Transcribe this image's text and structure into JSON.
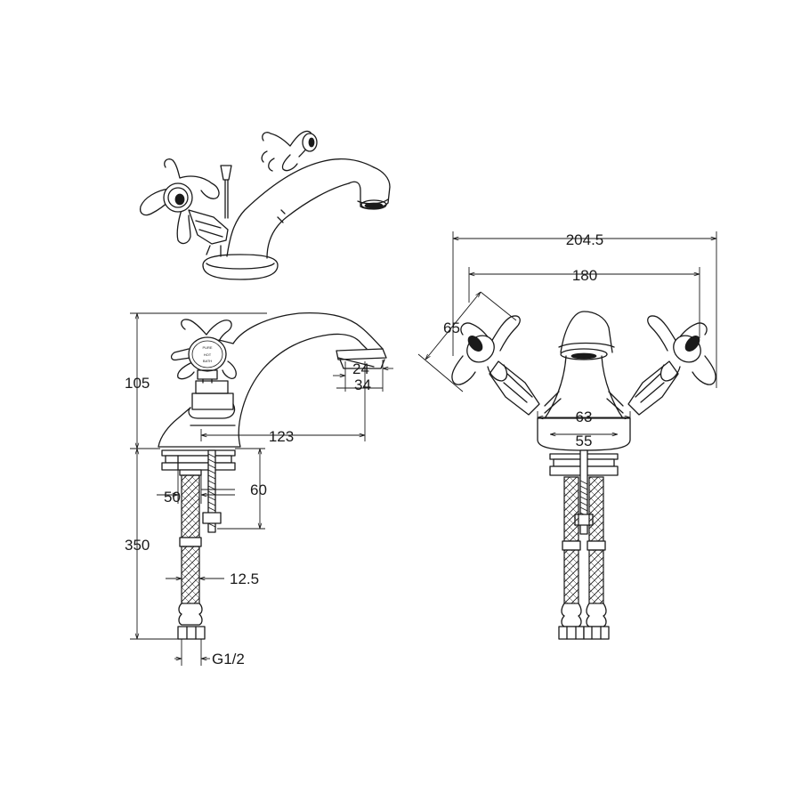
{
  "dimensions": {
    "overall_width": "204.5",
    "handle_centres": "180",
    "handle_angle_size": "65",
    "height": "105",
    "outlet_24": "24",
    "outlet_34": "34",
    "spout_reach": "123",
    "base_63": "63",
    "base_55": "55",
    "tail_50": "50",
    "shank_60": "60",
    "hose_length": "350",
    "hose_diameter": "12.5",
    "thread": "G1/2"
  },
  "handle_badge": "HOT"
}
